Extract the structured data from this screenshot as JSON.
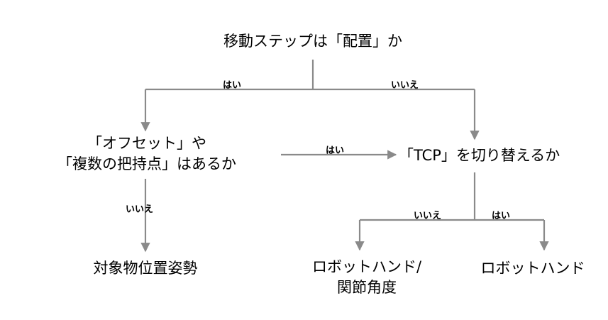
{
  "diagram": {
    "title_node": "移動ステップは「配置」か",
    "nodes": {
      "root": {
        "lines": [
          "移動ステップは「配置」か"
        ]
      },
      "offset": {
        "lines": [
          "「オフセット」や",
          "「複数の把持点」はあるか"
        ]
      },
      "tcp": {
        "lines": [
          "「TCP」を切り替えるか"
        ]
      },
      "objpose": {
        "lines": [
          "対象物位置姿勢"
        ]
      },
      "handjoint": {
        "lines": [
          "ロボットハンド/",
          "関節角度"
        ]
      },
      "hand": {
        "lines": [
          "ロボットハンド"
        ]
      }
    },
    "edge_labels": {
      "root_yes": "はい",
      "root_no": "いいえ",
      "offset_yes": "はい",
      "offset_no": "いいえ",
      "tcp_no": "いいえ",
      "tcp_yes": "はい"
    },
    "colors": {
      "line": "#8a8a8a",
      "text": "#000000",
      "background": "#ffffff"
    }
  }
}
